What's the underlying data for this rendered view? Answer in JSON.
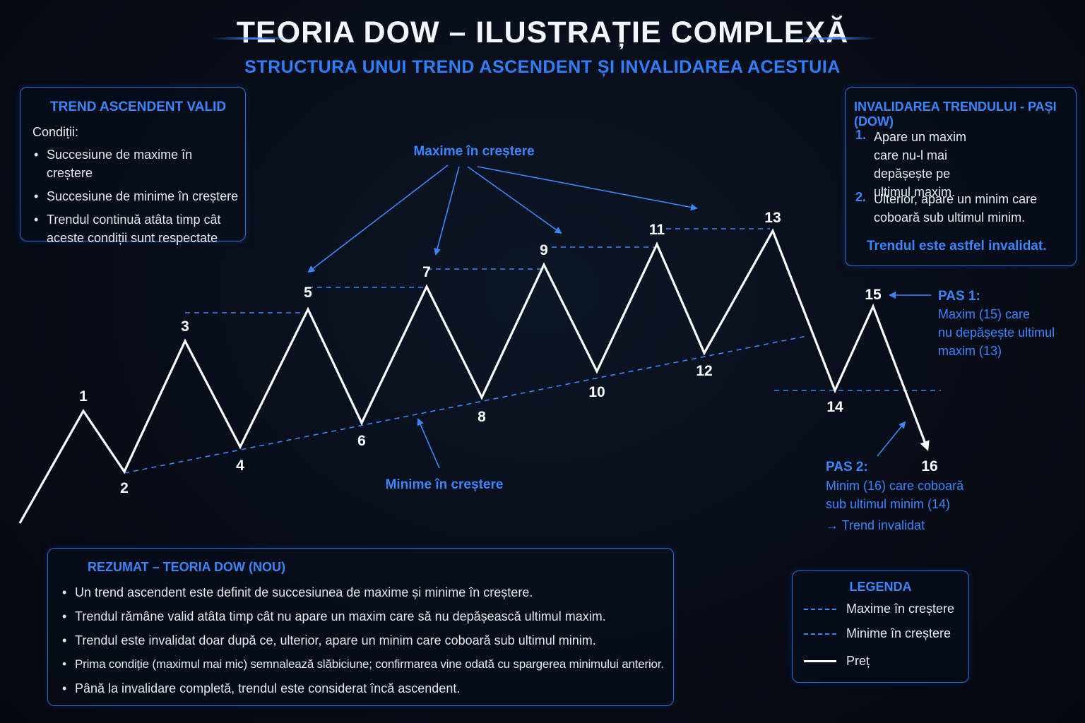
{
  "title": "TEORIA DOW – ILUSTRAȚIE COMPLEXĂ",
  "subtitle": "STRUCTURA UNUI TREND ASCENDENT ȘI INVALIDAREA ACESTUIA",
  "colors": {
    "accent": "#3b86ff",
    "price_line": "#ffffff",
    "background": "#070c16"
  },
  "valid_trend_panel": {
    "title": "TREND ASCENDENT VALID",
    "conditions_label": "Condiții:",
    "bullets": [
      "Succesiune de maxime în creștere",
      "Succesiune de minime în creștere",
      "Trendul continuă atâta timp cât aceste condiții sunt respectate"
    ]
  },
  "invalidation_panel": {
    "title": "INVALIDAREA TRENDULUI - PAȘI (DOW)",
    "steps": [
      {
        "num": "1.",
        "text": "Apare un maxim care nu-l mai depășește pe ultimul maxim."
      },
      {
        "num": "2.",
        "text": "Ulterior, apare un minim care coboară sub ultimul minim."
      }
    ],
    "conclusion": "Trendul este astfel invalidat."
  },
  "annotations": {
    "rising_highs": "Maxime în creștere",
    "rising_lows": "Minime în creștere",
    "step1_title": "PAS 1:",
    "step1_text": [
      "Maxim (15) care",
      "nu depășește ultimul",
      "maxim (13)"
    ],
    "step2_title": "PAS 2:",
    "step2_text": [
      "Minim (16) care coboară",
      "sub ultimul minim (14)"
    ],
    "step2_result": "→  Trend invalidat"
  },
  "chart_data": {
    "type": "line",
    "series": [
      {
        "points": [
          {
            "label": "1",
            "kind": "high"
          },
          {
            "label": "2",
            "kind": "low"
          },
          {
            "label": "3",
            "kind": "high"
          },
          {
            "label": "4",
            "kind": "low"
          },
          {
            "label": "5",
            "kind": "high"
          },
          {
            "label": "6",
            "kind": "low"
          },
          {
            "label": "7",
            "kind": "high"
          },
          {
            "label": "8",
            "kind": "low"
          },
          {
            "label": "9",
            "kind": "high"
          },
          {
            "label": "10",
            "kind": "low"
          },
          {
            "label": "11",
            "kind": "high"
          },
          {
            "label": "12",
            "kind": "low"
          },
          {
            "label": "13",
            "kind": "high"
          },
          {
            "label": "14",
            "kind": "low"
          },
          {
            "label": "15",
            "kind": "high"
          },
          {
            "label": "16",
            "kind": "low"
          }
        ]
      }
    ]
  },
  "summary_panel": {
    "title": "REZUMAT – TEORIA DOW (NOU)",
    "bullets": [
      "Un trend ascendent este definit de succesiunea de maxime și minime în creștere.",
      "Trendul rămâne valid atâta timp cât nu apare un maxim care să nu depășească ultimul maxim.",
      "Trendul este invalidat doar după ce, ulterior, apare un minim care coboară sub ultimul minim.",
      "Prima condiție (maximul mai mic) semnalează slăbiciune; confirmarea vine odată cu spargerea minimului anterior.",
      "Până la invalidare completă, trendul este considerat încă ascendent."
    ]
  },
  "legend": {
    "title": "LEGENDA",
    "items": [
      {
        "label": "Maxime în creștere",
        "style": "dashed-blue"
      },
      {
        "label": "Minime în creștere",
        "style": "dashed-blue"
      },
      {
        "label": "Preț",
        "style": "solid-white"
      }
    ]
  }
}
